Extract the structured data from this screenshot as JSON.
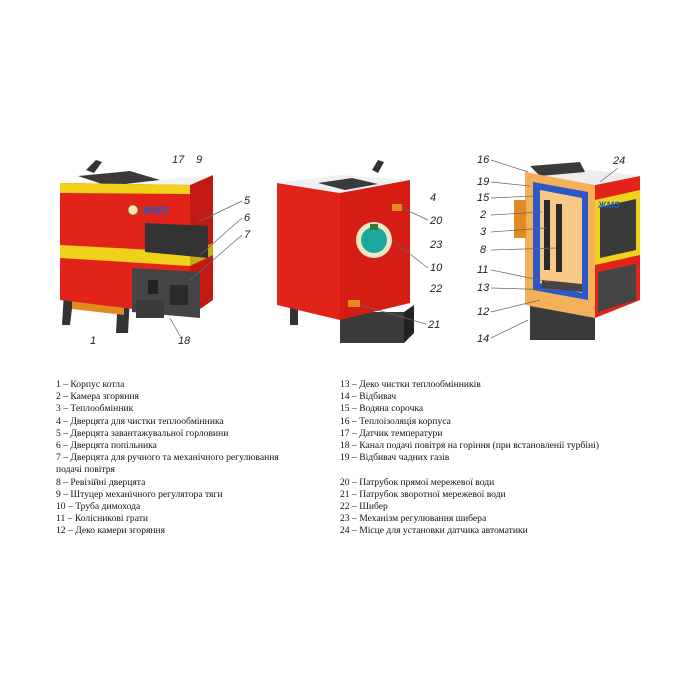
{
  "brand": "ЖМЗ",
  "colors": {
    "body_red": "#e2231a",
    "band_yellow": "#f0d21a",
    "steel_dark": "#3a3a3a",
    "insulation_orange": "#f3b15a",
    "water_jacket_blue": "#2b57c8",
    "gate_teal": "#1aa8a0"
  },
  "callouts": {
    "c1": "1",
    "c2": "2",
    "c3": "3",
    "c4": "4",
    "c5": "5",
    "c6": "6",
    "c7": "7",
    "c8": "8",
    "c9": "9",
    "c10": "10",
    "c11": "11",
    "c12": "12",
    "c13": "13",
    "c14": "14",
    "c15": "15",
    "c16": "16",
    "c17": "17",
    "c18": "18",
    "c19": "19",
    "c20": "20",
    "c21": "21",
    "c22": "22",
    "c23": "23",
    "c24": "24",
    "c4b": "4",
    "c2b": "2",
    "c3b": "3",
    "c10b": "10"
  },
  "legend_left": [
    "1 – Корпус котла",
    "2 – Камера згоряння",
    "3 – Теплообмінник",
    "4 – Дверцята для чистки теплообмінника",
    "5 – Дверцята завантажувальної горловини",
    "6 – Дверцята попільника",
    "7 – Дверцята для ручного та механічного регулювання",
    "подачі повітря",
    "8 – Ревізійні дверцята",
    "9 – Штуцер механічного регулятора тяги",
    "10 – Труба димохода",
    "11 – Колісникові грати",
    "12 – Деко камери згоряння"
  ],
  "legend_right_a": [
    "13 – Деко чистки теплообмінників",
    "14 – Відбивач",
    "15 – Водяна сорочка",
    "16 – Теплоізоляція корпуса",
    "17 – Датчик температури",
    "18 – Канал подачі повітря на горіння (при встановленії турбіні)",
    "19 – Відбивач чадних газів"
  ],
  "legend_right_b": [
    "20 – Патрубок прямої мережевої води",
    "21 – Патрубок зворотної мережевої води",
    "22 – Шибер",
    "23 – Механізм регулювання шибера",
    "24 – Місце для установки датчика автоматики"
  ]
}
